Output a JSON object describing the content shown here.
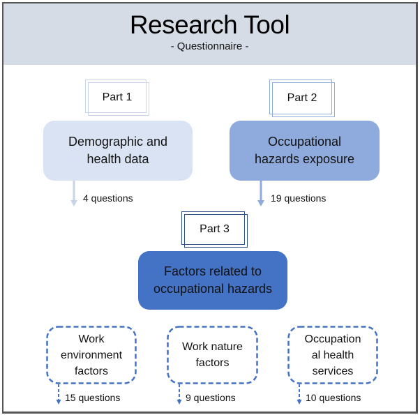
{
  "header": {
    "title": "Research Tool",
    "subtitle": "- Questionnaire -"
  },
  "colors": {
    "header_bg": "#d6dce5",
    "part1_box": "#dae3f3",
    "part1_border": "#c9d3e8",
    "part2_box": "#8faadc",
    "part2_border": "#7f98cc",
    "part3_box": "#4472c4",
    "part3_border": "#2f4f8a",
    "dashed": "#4472c4"
  },
  "parts": [
    {
      "label": "Part 1",
      "title_lines": [
        "Demographic and",
        "health data"
      ],
      "questions": "4 questions"
    },
    {
      "label": "Part 2",
      "title_lines": [
        "Occupational",
        "hazards exposure"
      ],
      "questions": "19 questions"
    },
    {
      "label": "Part 3",
      "title_lines": [
        "Factors related to",
        "occupational hazards"
      ]
    }
  ],
  "subfactors": [
    {
      "lines": [
        "Work",
        "environment",
        "factors"
      ],
      "questions": "15 questions"
    },
    {
      "lines": [
        "Work nature",
        "factors"
      ],
      "questions": "9 questions"
    },
    {
      "lines": [
        "Occupation",
        "al health",
        "services"
      ],
      "questions": "10 questions"
    }
  ]
}
